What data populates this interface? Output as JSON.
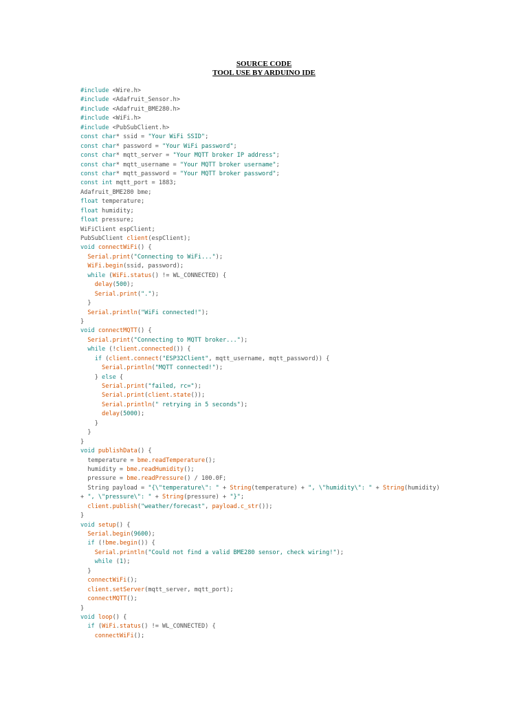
{
  "document": {
    "title": "SOURCE CODE",
    "subtitle": "TOOL USE BY ARDUINO IDE"
  },
  "colors": {
    "keyword": "#1a8a8a",
    "function": "#d35400",
    "string": "#0e7a6e",
    "plain": "#4d4d4d"
  },
  "code_lines": [
    [
      [
        "kw",
        "#include "
      ],
      [
        "pl",
        "<Wire.h>"
      ]
    ],
    [
      [
        "kw",
        "#include "
      ],
      [
        "pl",
        "<Adafruit_Sensor.h>"
      ]
    ],
    [
      [
        "kw",
        "#include "
      ],
      [
        "pl",
        "<Adafruit_BME280.h>"
      ]
    ],
    [
      [
        "kw",
        "#include "
      ],
      [
        "pl",
        "<WiFi.h>"
      ]
    ],
    [
      [
        "kw",
        "#include "
      ],
      [
        "pl",
        "<PubSubClient.h>"
      ]
    ],
    [
      [
        "kw",
        "const char"
      ],
      [
        "pl",
        "* ssid = "
      ],
      [
        "str",
        "\"Your WiFi SSID\""
      ],
      [
        "pl",
        ";"
      ]
    ],
    [
      [
        "kw",
        "const char"
      ],
      [
        "pl",
        "* password = "
      ],
      [
        "str",
        "\"Your WiFi password\""
      ],
      [
        "pl",
        ";"
      ]
    ],
    [
      [
        "kw",
        "const char"
      ],
      [
        "pl",
        "* mqtt_server = "
      ],
      [
        "str",
        "\"Your MQTT broker IP address\""
      ],
      [
        "pl",
        ";"
      ]
    ],
    [
      [
        "kw",
        "const char"
      ],
      [
        "pl",
        "* mqtt_username = "
      ],
      [
        "str",
        "\"Your MQTT broker username\""
      ],
      [
        "pl",
        ";"
      ]
    ],
    [
      [
        "kw",
        "const char"
      ],
      [
        "pl",
        "* mqtt_password = "
      ],
      [
        "str",
        "\"Your MQTT broker password\""
      ],
      [
        "pl",
        ";"
      ]
    ],
    [
      [
        "kw",
        "const int"
      ],
      [
        "pl",
        " mqtt_port = 1883;"
      ]
    ],
    [
      [
        "pl",
        "Adafruit_BME280 bme;"
      ]
    ],
    [
      [
        "kw",
        "float"
      ],
      [
        "pl",
        " temperature;"
      ]
    ],
    [
      [
        "kw",
        "float"
      ],
      [
        "pl",
        " humidity;"
      ]
    ],
    [
      [
        "kw",
        "float"
      ],
      [
        "pl",
        " pressure;"
      ]
    ],
    [
      [
        "pl",
        "WiFiClient espClient;"
      ]
    ],
    [
      [
        "pl",
        "PubSubClient "
      ],
      [
        "fn",
        "client"
      ],
      [
        "pl",
        "(espClient);"
      ]
    ],
    [
      [
        "kw",
        "void "
      ],
      [
        "fn",
        "connectWiFi"
      ],
      [
        "pl",
        "() {"
      ]
    ],
    [
      [
        "pl",
        "  "
      ],
      [
        "fn",
        "Serial"
      ],
      [
        "pl",
        "."
      ],
      [
        "fn",
        "print"
      ],
      [
        "pl",
        "("
      ],
      [
        "str",
        "\"Connecting to WiFi...\""
      ],
      [
        "pl",
        ");"
      ]
    ],
    [
      [
        "pl",
        "  "
      ],
      [
        "fn",
        "WiFi"
      ],
      [
        "pl",
        "."
      ],
      [
        "fn",
        "begin"
      ],
      [
        "pl",
        "(ssid, password);"
      ]
    ],
    [
      [
        "pl",
        "  "
      ],
      [
        "kw",
        "while"
      ],
      [
        "pl",
        " ("
      ],
      [
        "fn",
        "WiFi"
      ],
      [
        "pl",
        "."
      ],
      [
        "fn",
        "status"
      ],
      [
        "pl",
        "() != WL_CONNECTED) {"
      ]
    ],
    [
      [
        "pl",
        "    "
      ],
      [
        "fn",
        "delay"
      ],
      [
        "pl",
        "("
      ],
      [
        "num",
        "500"
      ],
      [
        "pl",
        ");"
      ]
    ],
    [
      [
        "pl",
        "    "
      ],
      [
        "fn",
        "Serial"
      ],
      [
        "pl",
        "."
      ],
      [
        "fn",
        "print"
      ],
      [
        "pl",
        "("
      ],
      [
        "str",
        "\".\""
      ],
      [
        "pl",
        ");"
      ]
    ],
    [
      [
        "pl",
        "  }"
      ]
    ],
    [
      [
        "pl",
        "  "
      ],
      [
        "fn",
        "Serial"
      ],
      [
        "pl",
        "."
      ],
      [
        "fn",
        "println"
      ],
      [
        "pl",
        "("
      ],
      [
        "str",
        "\"WiFi connected!\""
      ],
      [
        "pl",
        ");"
      ]
    ],
    [
      [
        "pl",
        "}"
      ]
    ],
    [
      [
        "kw",
        "void "
      ],
      [
        "fn",
        "connectMQTT"
      ],
      [
        "pl",
        "() {"
      ]
    ],
    [
      [
        "pl",
        "  "
      ],
      [
        "fn",
        "Serial"
      ],
      [
        "pl",
        "."
      ],
      [
        "fn",
        "print"
      ],
      [
        "pl",
        "("
      ],
      [
        "str",
        "\"Connecting to MQTT broker...\""
      ],
      [
        "pl",
        ");"
      ]
    ],
    [
      [
        "pl",
        "  "
      ],
      [
        "kw",
        "while"
      ],
      [
        "pl",
        " (!"
      ],
      [
        "fn",
        "client"
      ],
      [
        "pl",
        "."
      ],
      [
        "fn",
        "connected"
      ],
      [
        "pl",
        "()) {"
      ]
    ],
    [
      [
        "pl",
        "    "
      ],
      [
        "kw",
        "if"
      ],
      [
        "pl",
        " ("
      ],
      [
        "fn",
        "client"
      ],
      [
        "pl",
        "."
      ],
      [
        "fn",
        "connect"
      ],
      [
        "pl",
        "("
      ],
      [
        "str",
        "\"ESP32Client\""
      ],
      [
        "pl",
        ", mqtt_username, mqtt_password)) {"
      ]
    ],
    [
      [
        "pl",
        "      "
      ],
      [
        "fn",
        "Serial"
      ],
      [
        "pl",
        "."
      ],
      [
        "fn",
        "println"
      ],
      [
        "pl",
        "("
      ],
      [
        "str",
        "\"MQTT connected!\""
      ],
      [
        "pl",
        ");"
      ]
    ],
    [
      [
        "pl",
        "    } "
      ],
      [
        "kw",
        "else"
      ],
      [
        "pl",
        " {"
      ]
    ],
    [
      [
        "pl",
        "      "
      ],
      [
        "fn",
        "Serial"
      ],
      [
        "pl",
        "."
      ],
      [
        "fn",
        "print"
      ],
      [
        "pl",
        "("
      ],
      [
        "str",
        "\"failed, rc=\""
      ],
      [
        "pl",
        ");"
      ]
    ],
    [
      [
        "pl",
        "      "
      ],
      [
        "fn",
        "Serial"
      ],
      [
        "pl",
        "."
      ],
      [
        "fn",
        "print"
      ],
      [
        "pl",
        "("
      ],
      [
        "fn",
        "client"
      ],
      [
        "pl",
        "."
      ],
      [
        "fn",
        "state"
      ],
      [
        "pl",
        "());"
      ]
    ],
    [
      [
        "pl",
        "      "
      ],
      [
        "fn",
        "Serial"
      ],
      [
        "pl",
        "."
      ],
      [
        "fn",
        "println"
      ],
      [
        "pl",
        "("
      ],
      [
        "str",
        "\" retrying in 5 seconds\""
      ],
      [
        "pl",
        ");"
      ]
    ],
    [
      [
        "pl",
        "      "
      ],
      [
        "fn",
        "delay"
      ],
      [
        "pl",
        "("
      ],
      [
        "num",
        "5000"
      ],
      [
        "pl",
        ");"
      ]
    ],
    [
      [
        "pl",
        "    }"
      ]
    ],
    [
      [
        "pl",
        "  }"
      ]
    ],
    [
      [
        "pl",
        "}"
      ]
    ],
    [
      [
        "kw",
        "void "
      ],
      [
        "fn",
        "publishData"
      ],
      [
        "pl",
        "() {"
      ]
    ],
    [
      [
        "pl",
        "  temperature = "
      ],
      [
        "fn",
        "bme"
      ],
      [
        "pl",
        "."
      ],
      [
        "fn",
        "readTemperature"
      ],
      [
        "pl",
        "();"
      ]
    ],
    [
      [
        "pl",
        "  humidity = "
      ],
      [
        "fn",
        "bme"
      ],
      [
        "pl",
        "."
      ],
      [
        "fn",
        "readHumidity"
      ],
      [
        "pl",
        "();"
      ]
    ],
    [
      [
        "pl",
        "  pressure = "
      ],
      [
        "fn",
        "bme"
      ],
      [
        "pl",
        "."
      ],
      [
        "fn",
        "readPressure"
      ],
      [
        "pl",
        "() / 100.0F;"
      ]
    ],
    [
      [
        "pl",
        "  String payload = "
      ],
      [
        "str",
        "\"{\\\"temperature\\\": \""
      ],
      [
        "pl",
        " + "
      ],
      [
        "fn",
        "String"
      ],
      [
        "pl",
        "(temperature) + "
      ],
      [
        "str",
        "\", \\\"humidity\\\": \""
      ],
      [
        "pl",
        " + "
      ],
      [
        "fn",
        "String"
      ],
      [
        "pl",
        "(humidity)"
      ]
    ],
    [
      [
        "pl",
        "+ "
      ],
      [
        "str",
        "\", \\\"pressure\\\": \""
      ],
      [
        "pl",
        " + "
      ],
      [
        "fn",
        "String"
      ],
      [
        "pl",
        "(pressure) + "
      ],
      [
        "str",
        "\"}\""
      ],
      [
        "pl",
        ";"
      ]
    ],
    [
      [
        "pl",
        "  "
      ],
      [
        "fn",
        "client"
      ],
      [
        "pl",
        "."
      ],
      [
        "fn",
        "publish"
      ],
      [
        "pl",
        "("
      ],
      [
        "str",
        "\"weather/forecast\""
      ],
      [
        "pl",
        ", "
      ],
      [
        "fn",
        "payload"
      ],
      [
        "pl",
        "."
      ],
      [
        "fn",
        "c_str"
      ],
      [
        "pl",
        "());"
      ]
    ],
    [
      [
        "pl",
        "}"
      ]
    ],
    [
      [
        "kw",
        "void "
      ],
      [
        "fn",
        "setup"
      ],
      [
        "pl",
        "() {"
      ]
    ],
    [
      [
        "pl",
        "  "
      ],
      [
        "fn",
        "Serial"
      ],
      [
        "pl",
        "."
      ],
      [
        "fn",
        "begin"
      ],
      [
        "pl",
        "("
      ],
      [
        "num",
        "9600"
      ],
      [
        "pl",
        ");"
      ]
    ],
    [
      [
        "pl",
        "  "
      ],
      [
        "kw",
        "if"
      ],
      [
        "pl",
        " (!"
      ],
      [
        "fn",
        "bme"
      ],
      [
        "pl",
        "."
      ],
      [
        "fn",
        "begin"
      ],
      [
        "pl",
        "()) {"
      ]
    ],
    [
      [
        "pl",
        "    "
      ],
      [
        "fn",
        "Serial"
      ],
      [
        "pl",
        "."
      ],
      [
        "fn",
        "println"
      ],
      [
        "pl",
        "("
      ],
      [
        "str",
        "\"Could not find a valid BME280 sensor, check wiring!\""
      ],
      [
        "pl",
        ");"
      ]
    ],
    [
      [
        "pl",
        "    "
      ],
      [
        "kw",
        "while"
      ],
      [
        "pl",
        " ("
      ],
      [
        "num",
        "1"
      ],
      [
        "pl",
        ");"
      ]
    ],
    [
      [
        "pl",
        "  }"
      ]
    ],
    [
      [
        "pl",
        "  "
      ],
      [
        "fn",
        "connectWiFi"
      ],
      [
        "pl",
        "();"
      ]
    ],
    [
      [
        "pl",
        "  "
      ],
      [
        "fn",
        "client"
      ],
      [
        "pl",
        "."
      ],
      [
        "fn",
        "setServer"
      ],
      [
        "pl",
        "(mqtt_server, mqtt_port);"
      ]
    ],
    [
      [
        "pl",
        "  "
      ],
      [
        "fn",
        "connectMQTT"
      ],
      [
        "pl",
        "();"
      ]
    ],
    [
      [
        "pl",
        "}"
      ]
    ],
    [
      [
        "kw",
        "void "
      ],
      [
        "fn",
        "loop"
      ],
      [
        "pl",
        "() {"
      ]
    ],
    [
      [
        "pl",
        "  "
      ],
      [
        "kw",
        "if"
      ],
      [
        "pl",
        " ("
      ],
      [
        "fn",
        "WiFi"
      ],
      [
        "pl",
        "."
      ],
      [
        "fn",
        "status"
      ],
      [
        "pl",
        "() != WL_CONNECTED) {"
      ]
    ],
    [
      [
        "pl",
        "    "
      ],
      [
        "fn",
        "connectWiFi"
      ],
      [
        "pl",
        "();"
      ]
    ]
  ]
}
